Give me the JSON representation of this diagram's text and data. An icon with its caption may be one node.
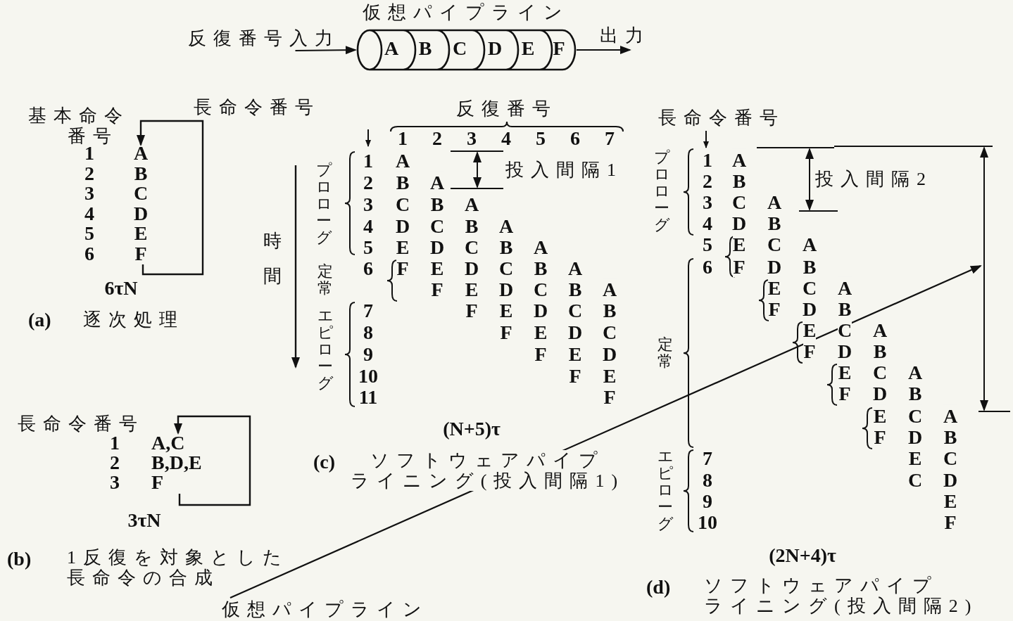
{
  "diagram": {
    "nodes": [
      {
        "text": [
          "反復番号入力"
        ]
      },
      {
        "text": [
          "仮想パイプライン",
          "A",
          "B",
          "C",
          "D",
          "E",
          "F"
        ]
      },
      {
        "text": [
          "出力"
        ]
      },
      {
        "text": [
          "仮想パイプライン"
        ]
      }
    ],
    "edges": [
      {
        "from": 0,
        "to": 1,
        "arrow": "to"
      },
      {
        "from": 1,
        "to": 2,
        "arrow": "to"
      },
      {
        "from": 3,
        "to": null,
        "arrow": "to"
      }
    ],
    "labels": [
      "基本命令番号",
      "長命令番号",
      "1",
      "2",
      "3",
      "4",
      "5",
      "6",
      "A",
      "B",
      "C",
      "D",
      "E",
      "F",
      "6τN",
      "(a)",
      "逐次処理",
      "長命令番号",
      "1",
      "2",
      "3",
      "A,C",
      "B,D,E",
      "F",
      "3τN",
      "(b)",
      "1反復を対象とした長命令の合成",
      "反復番号",
      "1",
      "2",
      "3",
      "4",
      "5",
      "6",
      "7",
      "時間",
      "プロローグ",
      "定常",
      "エピローグ",
      "1",
      "A",
      "2",
      "B A",
      "3",
      "C B A",
      "4",
      "D C B A",
      "5",
      "E D C B A",
      "6",
      "F E D C B A",
      "F E D C B A",
      "7",
      "F E D C B",
      "8",
      "F E D C",
      "9",
      "F E D",
      "10",
      "F E",
      "11",
      "F",
      "投入間隔1",
      "(N+5)τ",
      "(c)",
      "ソフトウェアパイプライニング(投入間隔1)",
      "長命令番号",
      "プロローグ",
      "定常",
      "エピローグ",
      "1",
      "A",
      "2",
      "B",
      "3",
      "C A",
      "4",
      "D B",
      "5",
      "E C A",
      "6",
      "F D B",
      "E C A",
      "F D B",
      "E C A",
      "F D B",
      "E C A",
      "F D B",
      "E C A",
      "F D B",
      "7",
      "E C",
      "8",
      "C D",
      "9",
      "E",
      "10",
      "F",
      "投入間隔2",
      "(2N+4)τ",
      "(d)",
      "ソフトウェアパイプライニング(投入間隔2)"
    ]
  }
}
